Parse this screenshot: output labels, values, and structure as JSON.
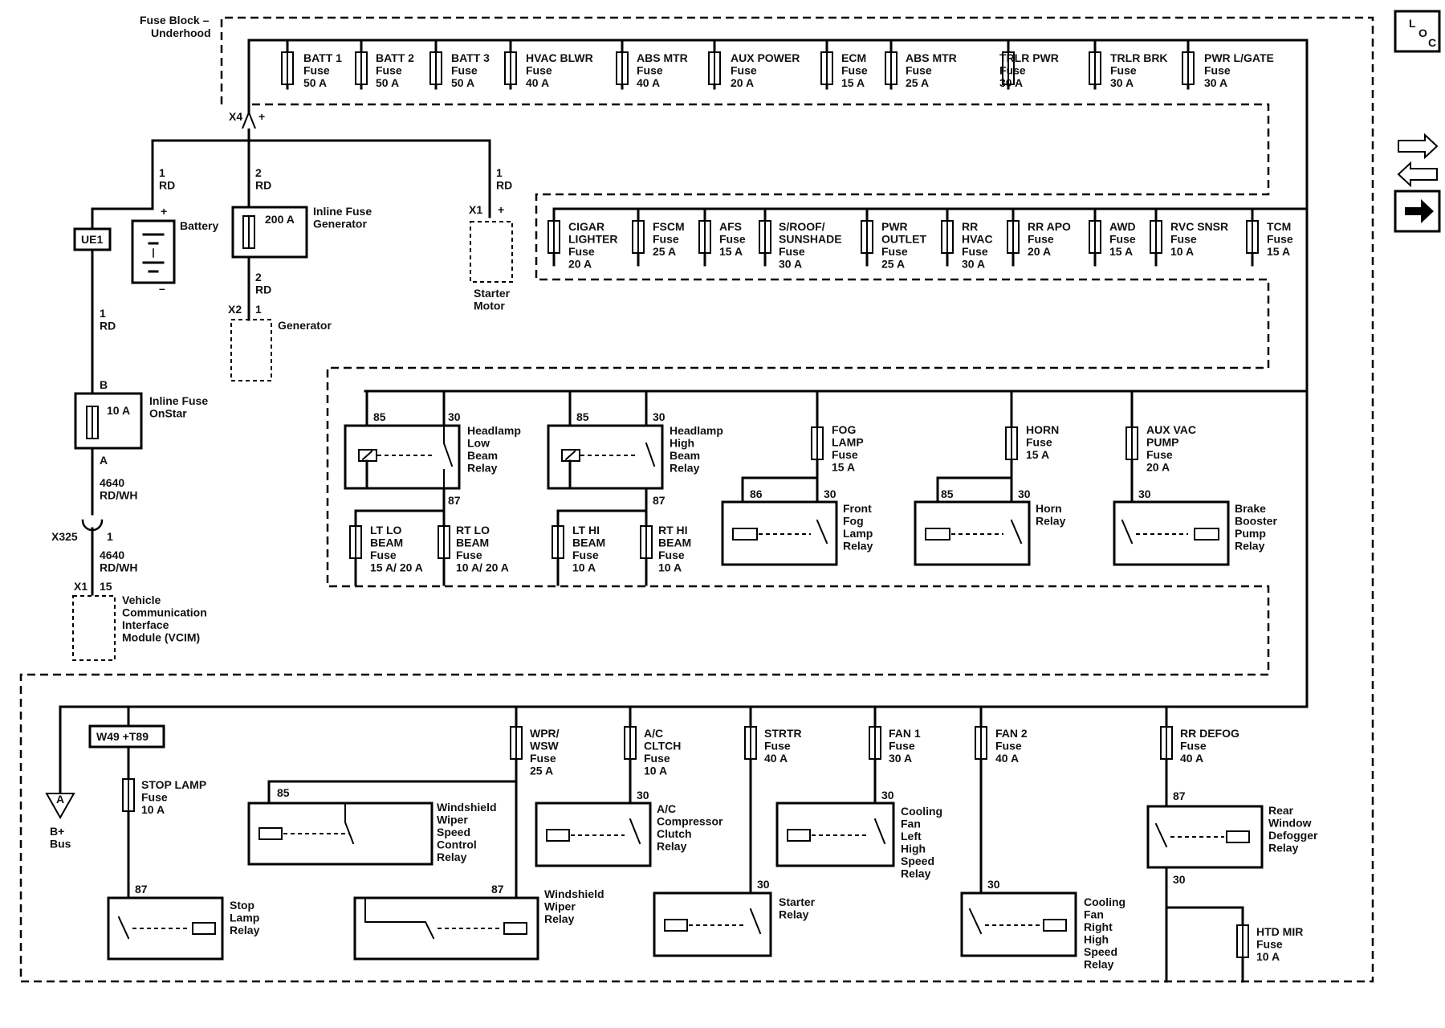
{
  "header": {
    "title_line1": "Fuse Block –",
    "title_line2": "Underhood"
  },
  "icons": {
    "loc": "L O C",
    "wiring": "wiring-icon",
    "next": "arrow-right-icon"
  },
  "labels": [
    {
      "id": "lbl-x4",
      "text": "X4"
    },
    {
      "id": "lbl-x4-plus",
      "text": "+"
    },
    {
      "id": "fuse-batt1",
      "lines": [
        "BATT 1",
        "Fuse",
        "50 A"
      ]
    },
    {
      "id": "fuse-batt2",
      "lines": [
        "BATT 2",
        "Fuse",
        "50 A"
      ]
    },
    {
      "id": "fuse-batt3",
      "lines": [
        "BATT 3",
        "Fuse",
        "50 A"
      ]
    },
    {
      "id": "fuse-hvac-blwr",
      "lines": [
        "HVAC BLWR",
        "Fuse",
        "40 A"
      ]
    },
    {
      "id": "fuse-abs-mtr-40",
      "lines": [
        "ABS MTR",
        "Fuse",
        "40 A"
      ]
    },
    {
      "id": "fuse-aux-power",
      "lines": [
        "AUX POWER",
        "Fuse",
        "20 A"
      ]
    },
    {
      "id": "fuse-ecm",
      "lines": [
        "ECM",
        "Fuse",
        "15 A"
      ]
    },
    {
      "id": "fuse-abs-mtr-25",
      "lines": [
        "ABS MTR",
        "Fuse",
        "25 A"
      ]
    },
    {
      "id": "fuse-trlr-pwr",
      "lines": [
        "TRLR PWR",
        "Fuse",
        "30 A"
      ]
    },
    {
      "id": "fuse-trlr-brk",
      "lines": [
        "TRLR BRK",
        "Fuse",
        "30 A"
      ]
    },
    {
      "id": "fuse-pwr-lgate",
      "lines": [
        "PWR L/GATE",
        "Fuse",
        "30 A"
      ]
    },
    {
      "id": "wire-battery",
      "lines": [
        "1",
        "RD"
      ]
    },
    {
      "id": "wire-generator-top",
      "lines": [
        "2",
        "RD"
      ]
    },
    {
      "id": "wire-starter",
      "lines": [
        "1",
        "RD"
      ]
    },
    {
      "id": "lbl-battery",
      "text": "Battery"
    },
    {
      "id": "lbl-battery-plus",
      "text": "+"
    },
    {
      "id": "lbl-battery-minus",
      "text": "–"
    },
    {
      "id": "lbl-ue1",
      "text": "UE1"
    },
    {
      "id": "lbl-200a",
      "text": "200 A"
    },
    {
      "id": "lbl-inline-fuse-gen",
      "lines": [
        "Inline Fuse",
        "Generator"
      ]
    },
    {
      "id": "wire-generator-bottom",
      "lines": [
        "2",
        "RD"
      ]
    },
    {
      "id": "lbl-x2",
      "text": "X2"
    },
    {
      "id": "lbl-x2-pin",
      "text": "1"
    },
    {
      "id": "lbl-generator",
      "text": "Generator"
    },
    {
      "id": "lbl-x1-starter",
      "text": "X1"
    },
    {
      "id": "lbl-x1-starter-plus",
      "text": "+"
    },
    {
      "id": "lbl-starter-motor",
      "lines": [
        "Starter",
        "Motor"
      ]
    },
    {
      "id": "fuse-cigar",
      "lines": [
        "CIGAR",
        "LIGHTER",
        "Fuse",
        "20 A"
      ]
    },
    {
      "id": "fuse-fscm",
      "lines": [
        "FSCM",
        "Fuse",
        "25 A"
      ]
    },
    {
      "id": "fuse-afs",
      "lines": [
        "AFS",
        "Fuse",
        "15 A"
      ]
    },
    {
      "id": "fuse-sroof",
      "lines": [
        "S/ROOF/",
        "SUNSHADE",
        "Fuse",
        "30 A"
      ]
    },
    {
      "id": "fuse-pwr-outlet",
      "lines": [
        "PWR",
        "OUTLET",
        "Fuse",
        "25 A"
      ]
    },
    {
      "id": "fuse-rr-hvac",
      "lines": [
        "RR",
        "HVAC",
        "Fuse",
        "30 A"
      ]
    },
    {
      "id": "fuse-rr-apo",
      "lines": [
        "RR APO",
        "Fuse",
        "20 A"
      ]
    },
    {
      "id": "fuse-awd",
      "lines": [
        "AWD",
        "Fuse",
        "15 A"
      ]
    },
    {
      "id": "fuse-rvc-snsr",
      "lines": [
        "RVC SNSR",
        "Fuse",
        "10 A"
      ]
    },
    {
      "id": "fuse-tcm",
      "lines": [
        "TCM",
        "Fuse",
        "15 A"
      ]
    },
    {
      "id": "wire-onstar-top",
      "lines": [
        "1",
        "RD"
      ]
    },
    {
      "id": "lbl-pin-b",
      "text": "B"
    },
    {
      "id": "lbl-10a-onstar",
      "text": "10 A"
    },
    {
      "id": "lbl-inline-fuse-onstar",
      "lines": [
        "Inline Fuse",
        "OnStar"
      ]
    },
    {
      "id": "lbl-pin-a",
      "text": "A"
    },
    {
      "id": "wire-4640-top",
      "lines": [
        "4640",
        "RD/WH"
      ]
    },
    {
      "id": "lbl-x325",
      "text": "X325"
    },
    {
      "id": "lbl-x325-pin",
      "text": "1"
    },
    {
      "id": "wire-4640-bottom",
      "lines": [
        "4640",
        "RD/WH"
      ]
    },
    {
      "id": "lbl-x1-vcim",
      "text": "X1"
    },
    {
      "id": "lbl-x1-vcim-pin",
      "text": "15"
    },
    {
      "id": "lbl-vcim",
      "lines": [
        "Vehicle",
        "Communication",
        "Interface",
        "Module (VCIM)"
      ]
    },
    {
      "id": "pin-lolo-85",
      "text": "85"
    },
    {
      "id": "pin-lolo-30",
      "text": "30"
    },
    {
      "id": "relay-headlamp-low",
      "lines": [
        "Headlamp",
        "Low",
        "Beam",
        "Relay"
      ]
    },
    {
      "id": "pin-lolo-87",
      "text": "87"
    },
    {
      "id": "fuse-lt-lo",
      "lines": [
        "LT LO",
        "BEAM",
        "Fuse",
        "15 A/ 20 A"
      ]
    },
    {
      "id": "fuse-rt-lo",
      "lines": [
        "RT LO",
        "BEAM",
        "Fuse",
        "10 A/ 20 A"
      ]
    },
    {
      "id": "pin-hi-85",
      "text": "85"
    },
    {
      "id": "pin-hi-30",
      "text": "30"
    },
    {
      "id": "relay-headlamp-high",
      "lines": [
        "Headlamp",
        "High",
        "Beam",
        "Relay"
      ]
    },
    {
      "id": "pin-hi-87",
      "text": "87"
    },
    {
      "id": "fuse-lt-hi",
      "lines": [
        "LT HI",
        "BEAM",
        "Fuse",
        "10 A"
      ]
    },
    {
      "id": "fuse-rt-hi",
      "lines": [
        "RT HI",
        "BEAM",
        "Fuse",
        "10 A"
      ]
    },
    {
      "id": "fuse-fog-lamp",
      "lines": [
        "FOG",
        "LAMP",
        "Fuse",
        "15 A"
      ]
    },
    {
      "id": "pin-fog-86",
      "text": "86"
    },
    {
      "id": "pin-fog-30",
      "text": "30"
    },
    {
      "id": "relay-fog",
      "lines": [
        "Front",
        "Fog",
        "Lamp",
        "Relay"
      ]
    },
    {
      "id": "fuse-horn",
      "lines": [
        "HORN",
        "Fuse",
        "15 A"
      ]
    },
    {
      "id": "pin-horn-85",
      "text": "85"
    },
    {
      "id": "pin-horn-30",
      "text": "30"
    },
    {
      "id": "relay-horn",
      "lines": [
        "Horn",
        "Relay"
      ]
    },
    {
      "id": "fuse-aux-vac",
      "lines": [
        "AUX VAC",
        "PUMP",
        "Fuse",
        "20 A"
      ]
    },
    {
      "id": "pin-brake-30",
      "text": "30"
    },
    {
      "id": "relay-brake",
      "lines": [
        "Brake",
        "Booster",
        "Pump",
        "Relay"
      ]
    },
    {
      "id": "lbl-w49",
      "text": "W49 +T89"
    },
    {
      "id": "lbl-bplus",
      "text": "A"
    },
    {
      "id": "lbl-bplus-bus",
      "lines": [
        "B+",
        "Bus"
      ]
    },
    {
      "id": "fuse-stop-lamp",
      "lines": [
        "STOP LAMP",
        "Fuse",
        "10 A"
      ]
    },
    {
      "id": "pin-stop-87",
      "text": "87"
    },
    {
      "id": "relay-stop",
      "lines": [
        "Stop",
        "Lamp",
        "Relay"
      ]
    },
    {
      "id": "fuse-wpr",
      "lines": [
        "WPR/",
        "WSW",
        "Fuse",
        "25 A"
      ]
    },
    {
      "id": "pin-wiper-85",
      "text": "85"
    },
    {
      "id": "relay-wiper-speed",
      "lines": [
        "Windshield",
        "Wiper",
        "Speed",
        "Control",
        "Relay"
      ]
    },
    {
      "id": "pin-wiper-87",
      "text": "87"
    },
    {
      "id": "relay-wiper",
      "lines": [
        "Windshield",
        "Wiper",
        "Relay"
      ]
    },
    {
      "id": "fuse-ac-cltch",
      "lines": [
        "A/C",
        "CLTCH",
        "Fuse",
        "10 A"
      ]
    },
    {
      "id": "pin-ac-30",
      "text": "30"
    },
    {
      "id": "relay-ac",
      "lines": [
        "A/C",
        "Compressor",
        "Clutch",
        "Relay"
      ]
    },
    {
      "id": "fuse-strtr",
      "lines": [
        "STRTR",
        "Fuse",
        "40 A"
      ]
    },
    {
      "id": "pin-starter-30",
      "text": "30"
    },
    {
      "id": "relay-starter",
      "lines": [
        "Starter",
        "Relay"
      ]
    },
    {
      "id": "fuse-fan1",
      "lines": [
        "FAN 1",
        "Fuse",
        "30 A"
      ]
    },
    {
      "id": "pin-fan1-30",
      "text": "30"
    },
    {
      "id": "relay-fan-left",
      "lines": [
        "Cooling",
        "Fan",
        "Left",
        "High",
        "Speed",
        "Relay"
      ]
    },
    {
      "id": "fuse-fan2",
      "lines": [
        "FAN 2",
        "Fuse",
        "40 A"
      ]
    },
    {
      "id": "pin-fan2-30",
      "text": "30"
    },
    {
      "id": "relay-fan-right",
      "lines": [
        "Cooling",
        "Fan",
        "Right",
        "High",
        "Speed",
        "Relay"
      ]
    },
    {
      "id": "fuse-rr-defog",
      "lines": [
        "RR DEFOG",
        "Fuse",
        "40 A"
      ]
    },
    {
      "id": "pin-defog-87",
      "text": "87"
    },
    {
      "id": "relay-defogger",
      "lines": [
        "Rear",
        "Window",
        "Defogger",
        "Relay"
      ]
    },
    {
      "id": "pin-defog-30",
      "text": "30"
    },
    {
      "id": "fuse-htd-mir",
      "lines": [
        "HTD MIR",
        "Fuse",
        "10 A"
      ]
    }
  ]
}
